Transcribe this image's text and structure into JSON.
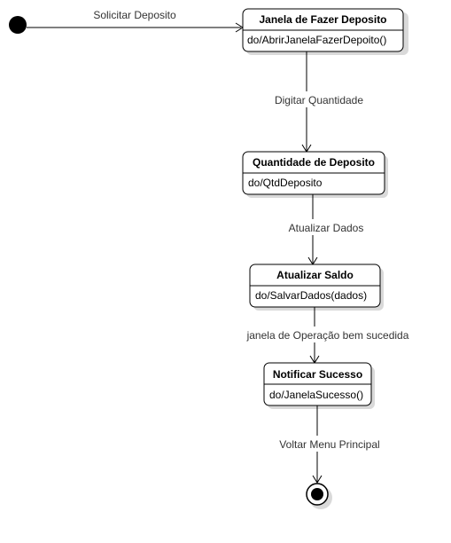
{
  "diagram": {
    "type": "uml-state-diagram",
    "initial_state": "initial",
    "final_state": "final",
    "states": [
      {
        "id": "janela",
        "title": "Janela de Fazer Deposito",
        "activity": "do/AbrirJanelaFazerDepoito()"
      },
      {
        "id": "quantidade",
        "title": "Quantidade de Deposito",
        "activity": "do/QtdDeposito"
      },
      {
        "id": "atualizar",
        "title": "Atualizar Saldo",
        "activity": "do/SalvarDados(dados)"
      },
      {
        "id": "notificar",
        "title": "Notificar Sucesso",
        "activity": "do/JanelaSucesso()"
      }
    ],
    "transitions": [
      {
        "from": "initial",
        "to": "janela",
        "label": "Solicitar Deposito"
      },
      {
        "from": "janela",
        "to": "quantidade",
        "label": "Digitar Quantidade"
      },
      {
        "from": "quantidade",
        "to": "atualizar",
        "label": "Atualizar Dados"
      },
      {
        "from": "atualizar",
        "to": "notificar",
        "label": "janela de Operação bem sucedida"
      },
      {
        "from": "notificar",
        "to": "final",
        "label": "Voltar Menu Principal"
      }
    ]
  }
}
